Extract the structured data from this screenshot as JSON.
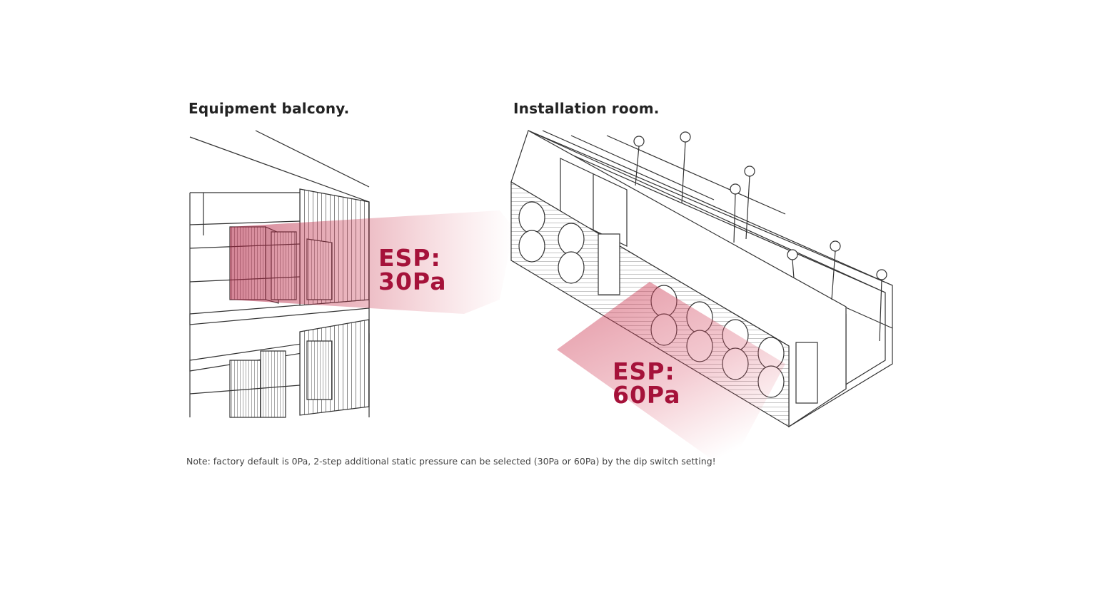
{
  "panels": {
    "left": {
      "title": "Equipment balcony.",
      "esp_label": "ESP:",
      "esp_value": "30Pa"
    },
    "right": {
      "title": "Installation room.",
      "esp_label": "ESP:",
      "esp_value": "60Pa"
    }
  },
  "note": "Note: factory default is 0Pa, 2-step additional static pressure can be selected (30Pa or 60Pa) by the dip switch setting!",
  "colors": {
    "accent": "#a5123a",
    "line": "#333333",
    "airflow": "#c8364f"
  }
}
